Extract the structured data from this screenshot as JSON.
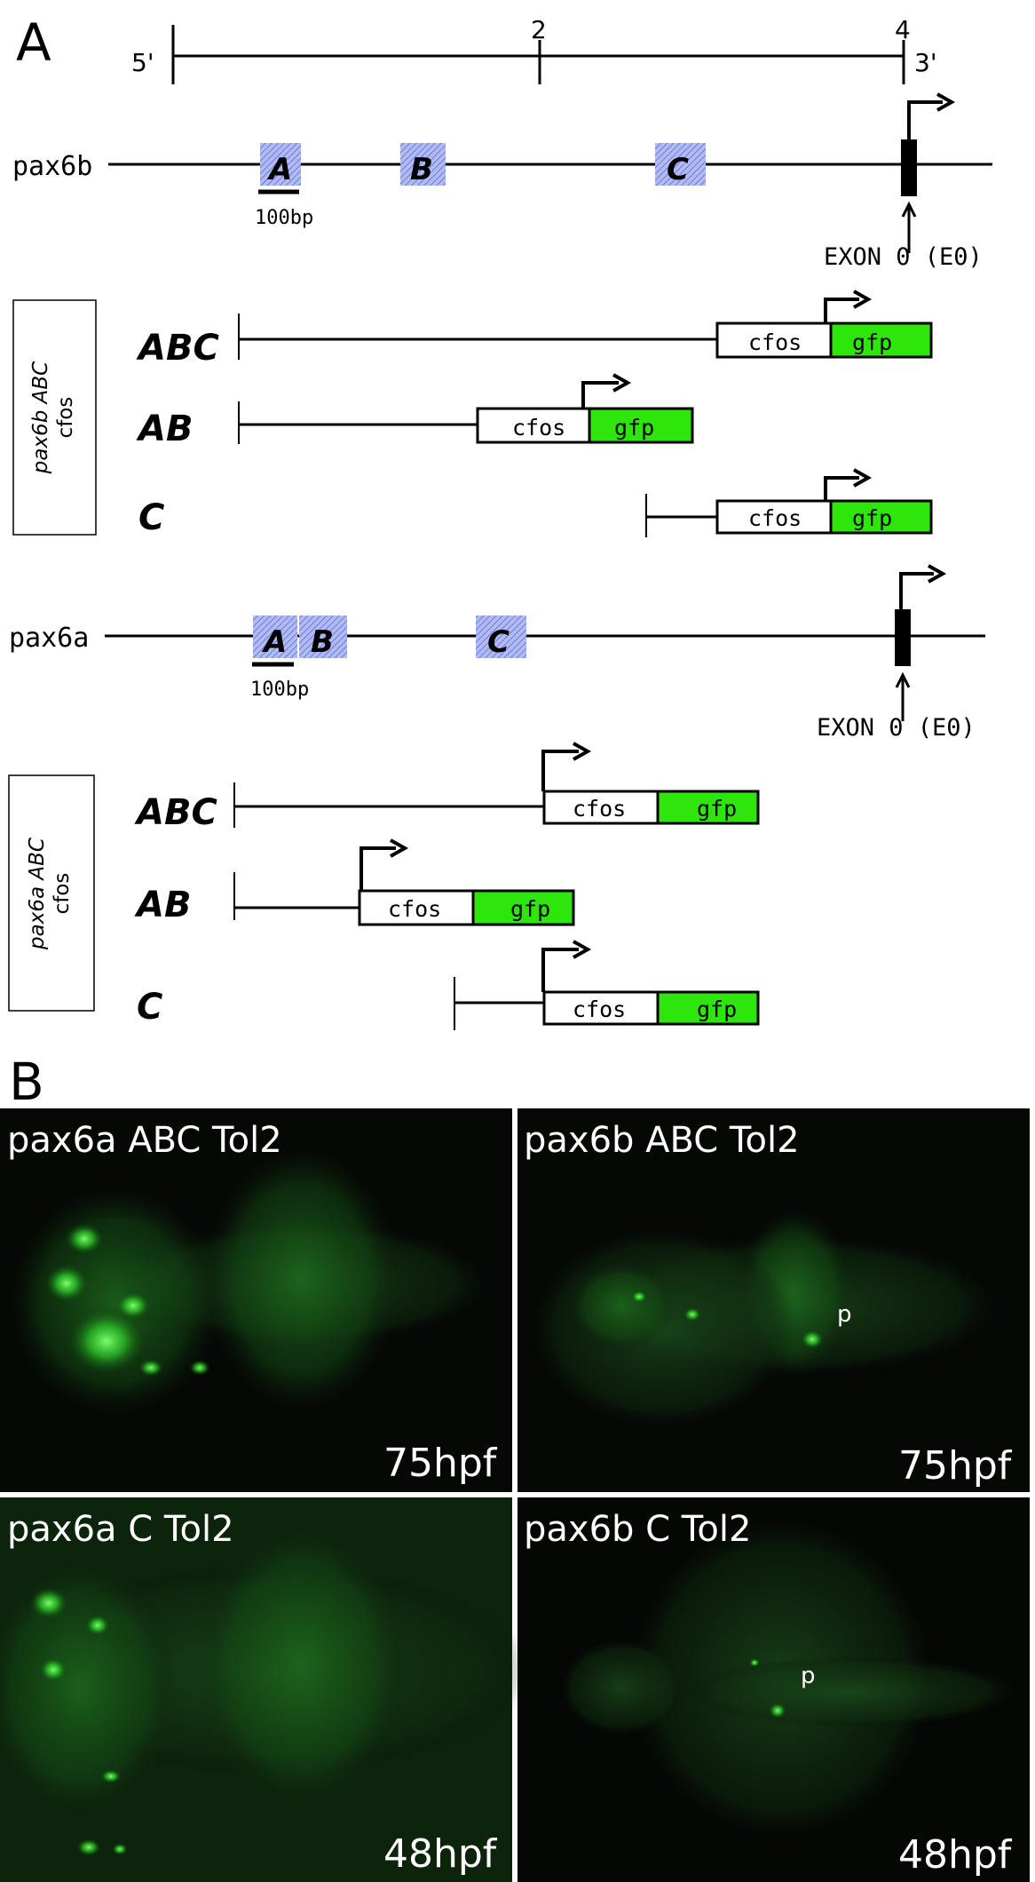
{
  "panel_a": {
    "letter": "A",
    "scale": {
      "end_5": "5'",
      "end_3": "3'",
      "tick_2": "2",
      "tick_4": "4"
    },
    "pax6b": {
      "gene_label": "pax6b",
      "box_a": "A",
      "box_b": "B",
      "box_c": "C",
      "scale_bar": "100bp",
      "exon_label": "EXON 0 (E0)"
    },
    "pax6b_constructs": {
      "group_label_line1": "pax6b ABC",
      "group_label_line2": "cfos",
      "rows": [
        {
          "name": "ABC",
          "cfos": "cfos",
          "gfp": "gfp"
        },
        {
          "name": "AB",
          "cfos": "cfos",
          "gfp": "gfp"
        },
        {
          "name": "C",
          "cfos": "cfos",
          "gfp": "gfp"
        }
      ]
    },
    "pax6a": {
      "gene_label": "pax6a",
      "box_a": "A",
      "box_b": "B",
      "box_c": "C",
      "scale_bar": "100bp",
      "exon_label": "EXON 0 (E0)"
    },
    "pax6a_constructs": {
      "group_label_line1": "pax6a ABC",
      "group_label_line2": "cfos",
      "rows": [
        {
          "name": "ABC",
          "cfos": "cfos",
          "gfp": "gfp"
        },
        {
          "name": "AB",
          "cfos": "cfos",
          "gfp": "gfp"
        },
        {
          "name": "C",
          "cfos": "cfos",
          "gfp": "gfp"
        }
      ]
    }
  },
  "panel_b": {
    "letter": "B",
    "photos": [
      {
        "title": "pax6a ABC Tol2",
        "stage": "75hpf",
        "marker": ""
      },
      {
        "title": "pax6b ABC Tol2",
        "stage": "75hpf",
        "marker": "p"
      },
      {
        "title": "pax6a C Tol2",
        "stage": "48hpf",
        "marker": ""
      },
      {
        "title": "pax6b C Tol2",
        "stage": "48hpf",
        "marker": "p"
      }
    ]
  },
  "colors": {
    "gfp": "#2ee60c",
    "enhancer_box": "#9aa6ee",
    "photo_bg": "#050805",
    "fluorescence": "#3fff3f"
  }
}
